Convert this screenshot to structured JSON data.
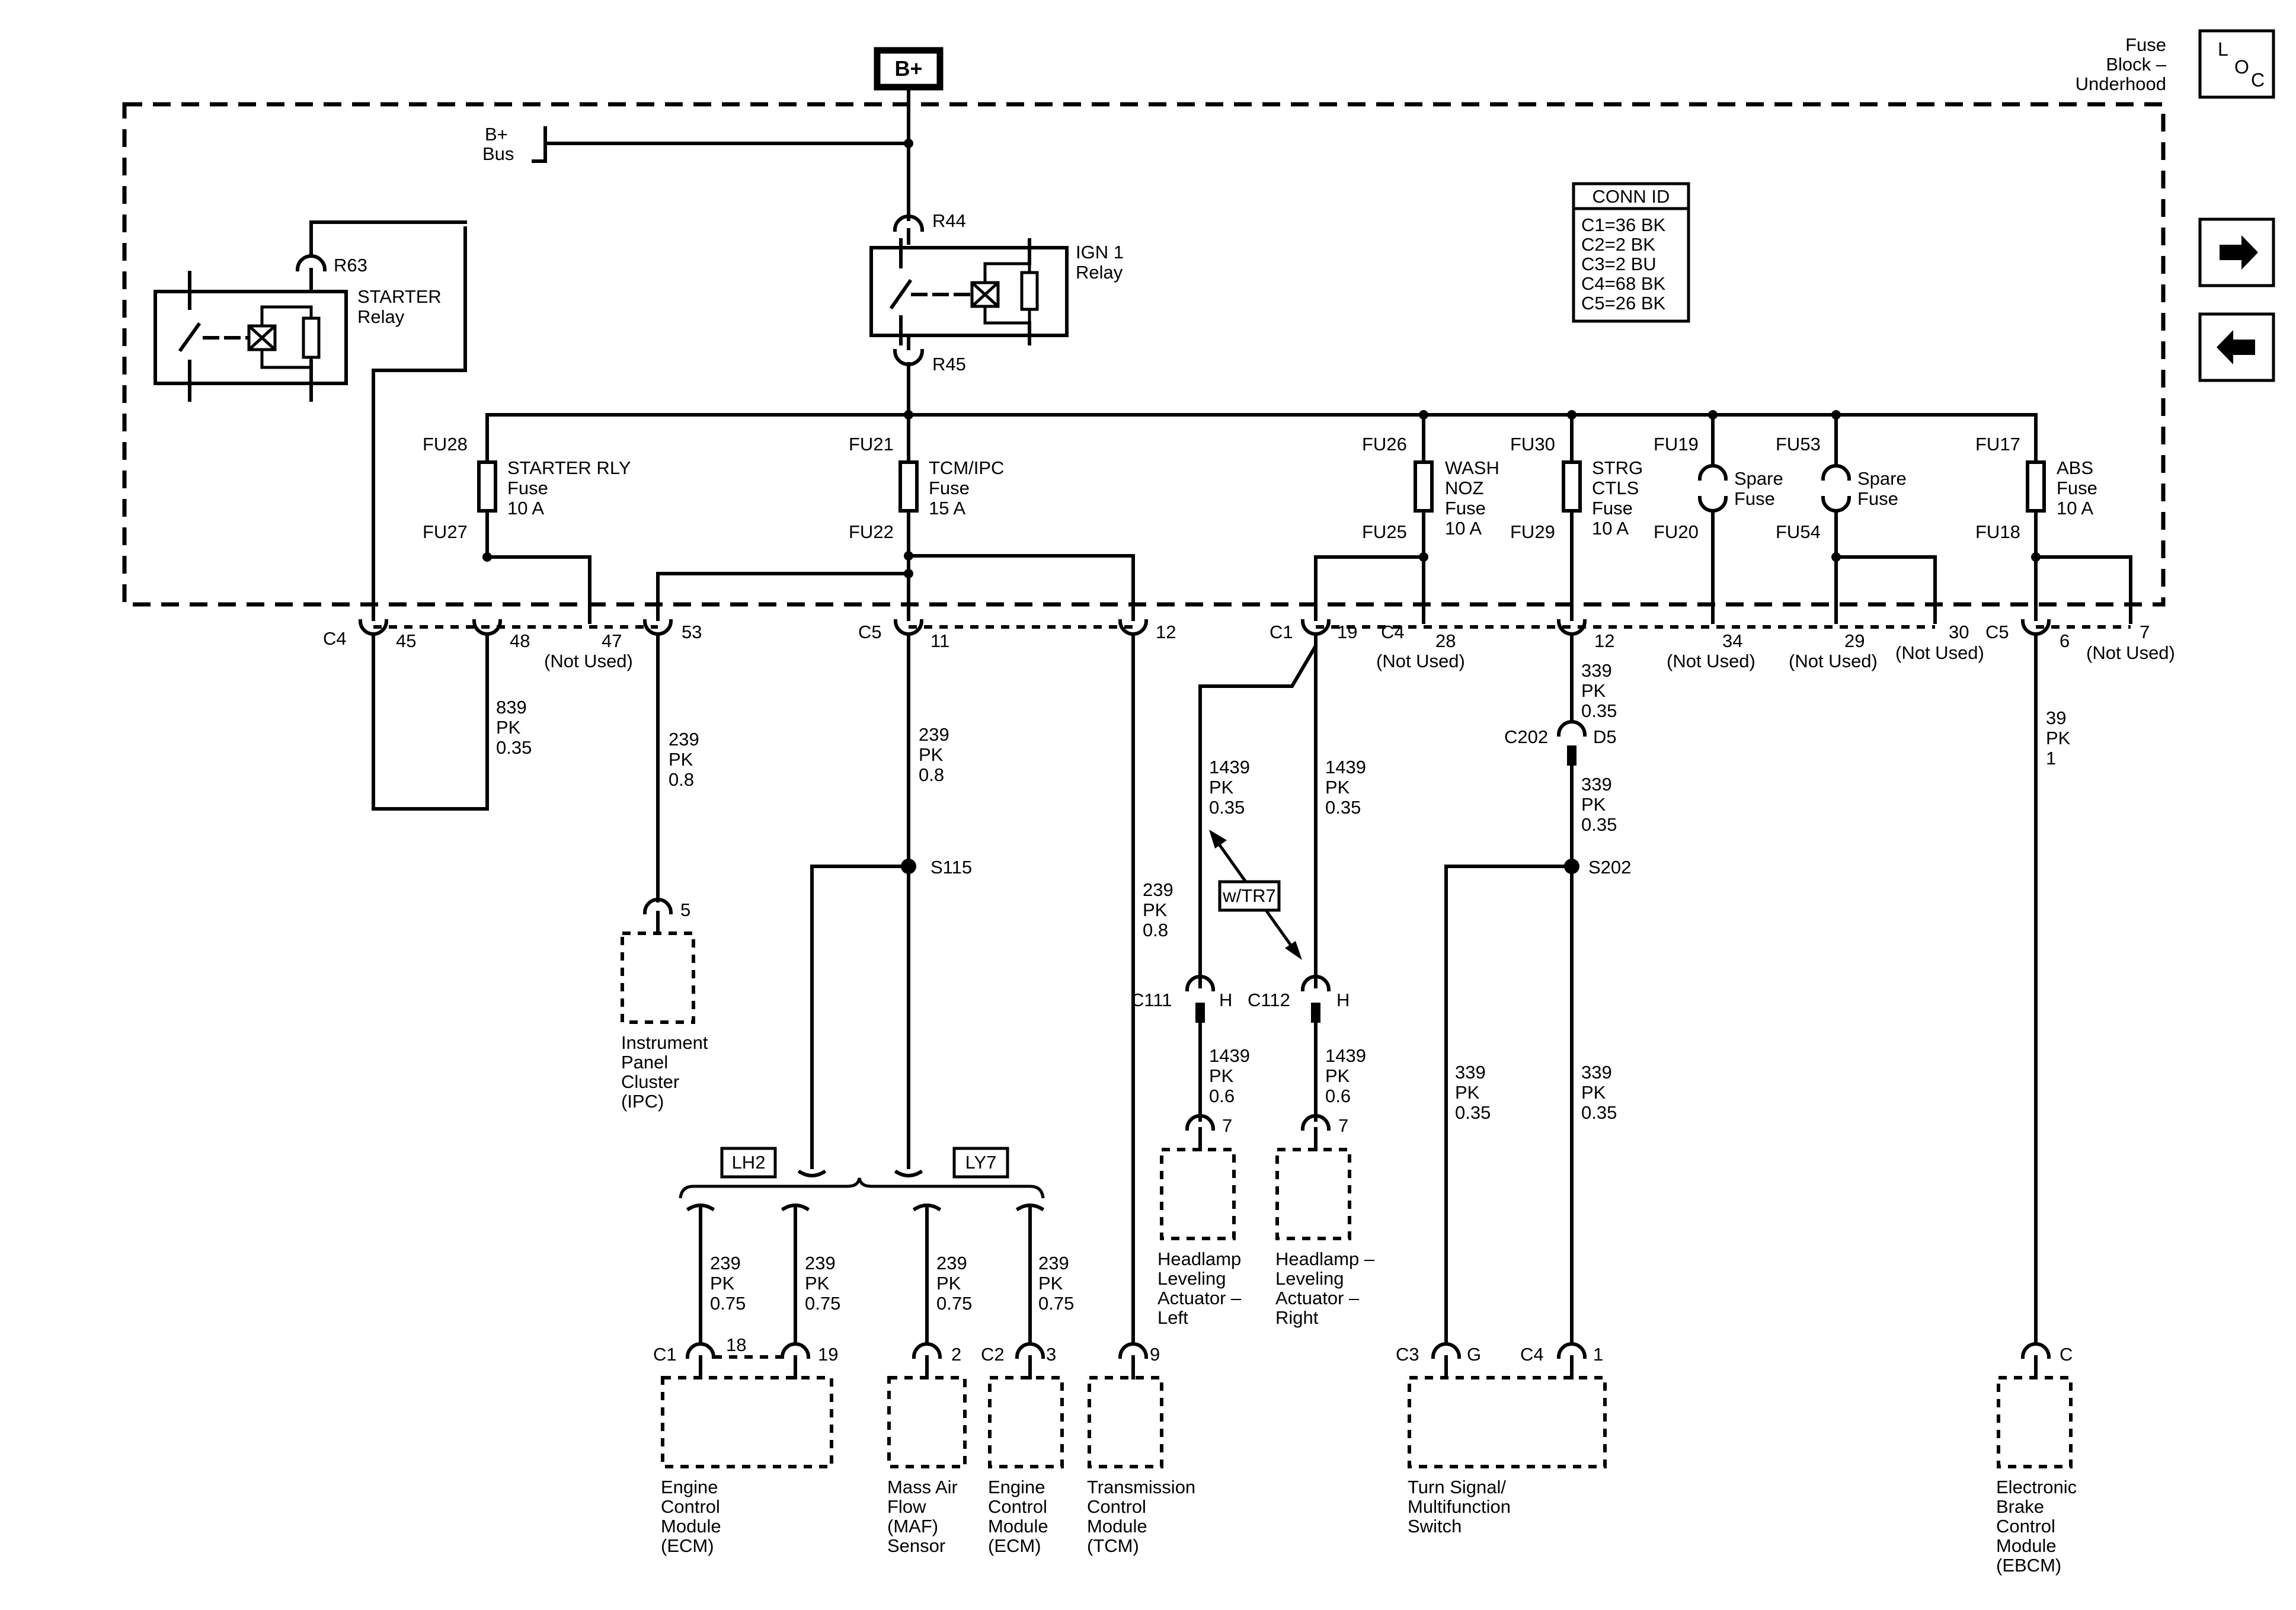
{
  "source": {
    "label": "B+"
  },
  "loc": {
    "line1": "Fuse",
    "line2": "Block –",
    "line3": "Underhood",
    "icon_l": "L",
    "icon_o": "O",
    "icon_c": "C"
  },
  "nav": {
    "next_icon": "arrow-right",
    "prev_icon": "arrow-left"
  },
  "bus": {
    "line1": "B+",
    "line2": "Bus"
  },
  "conn_id": {
    "title": "CONN ID",
    "rows": [
      "C1=36 BK",
      "C2=2 BK",
      "C3=2 BU",
      "C4=68 BK",
      "C5=26 BK"
    ]
  },
  "relays": {
    "starter": {
      "name1": "STARTER",
      "name2": "Relay",
      "pin": "R63"
    },
    "ign1": {
      "name1": "IGN 1",
      "name2": "Relay",
      "pin_top": "R44",
      "pin_bottom": "R45"
    }
  },
  "fuses": [
    {
      "top": "FU28",
      "bottom": "FU27",
      "name": [
        "STARTER RLY",
        "Fuse",
        "10 A"
      ]
    },
    {
      "top": "FU21",
      "bottom": "FU22",
      "name": [
        "TCM/IPC",
        "Fuse",
        "15 A"
      ]
    },
    {
      "top": "FU26",
      "bottom": "FU25",
      "name": [
        "WASH",
        "NOZ",
        "Fuse",
        "10 A"
      ]
    },
    {
      "top": "FU30",
      "bottom": "FU29",
      "name": [
        "STRG",
        "CTLS",
        "Fuse",
        "10 A"
      ]
    },
    {
      "top": "FU19",
      "bottom": "FU20",
      "name": [
        "Spare",
        "Fuse"
      ]
    },
    {
      "top": "FU53",
      "bottom": "FU54",
      "name": [
        "Spare",
        "Fuse"
      ]
    },
    {
      "top": "FU17",
      "bottom": "FU18",
      "name": [
        "ABS",
        "Fuse",
        "10 A"
      ]
    }
  ],
  "connectors": {
    "c4": "C4",
    "c5": "C5",
    "c1": "C1",
    "c4b": "C4",
    "c5b": "C5"
  },
  "pins": {
    "p45": "45",
    "p48": "48",
    "p47": "47",
    "p53": "53",
    "p11": "11",
    "p12": "12",
    "p19": "19",
    "p28": "28",
    "p12b": "12",
    "p34": "34",
    "p29": "29",
    "p30": "30",
    "p6": "6",
    "p7": "7",
    "not_used": "(Not Used)"
  },
  "wires": {
    "w839": [
      "839",
      "PK",
      "0.35"
    ],
    "w239a": [
      "239",
      "PK",
      "0.8"
    ],
    "w239b": [
      "239",
      "PK",
      "0.8"
    ],
    "w239c": [
      "239",
      "PK",
      "0.8"
    ],
    "w1439a": [
      "1439",
      "PK",
      "0.35"
    ],
    "w1439b": [
      "1439",
      "PK",
      "0.35"
    ],
    "w1439c": [
      "1439",
      "PK",
      "0.6"
    ],
    "w1439d": [
      "1439",
      "PK",
      "0.6"
    ],
    "w339a": [
      "339",
      "PK",
      "0.35"
    ],
    "w339b": [
      "339",
      "PK",
      "0.35"
    ],
    "w339c": [
      "339",
      "PK",
      "0.35"
    ],
    "w339d": [
      "339",
      "PK",
      "0.35"
    ],
    "w39": [
      "39",
      "PK",
      "1"
    ],
    "w239d": [
      "239",
      "PK",
      "0.75"
    ],
    "w239e": [
      "239",
      "PK",
      "0.75"
    ],
    "w239f": [
      "239",
      "PK",
      "0.75"
    ],
    "w239g": [
      "239",
      "PK",
      "0.75"
    ]
  },
  "splices": {
    "s115": "S115",
    "s202": "S202"
  },
  "inline": {
    "c202": "C202",
    "d5": "D5",
    "c111": "C111",
    "c112": "C112",
    "h1": "H",
    "h2": "H"
  },
  "options": {
    "lh2": "LH2",
    "ly7": "LY7",
    "wtr7": "w/TR7"
  },
  "components": {
    "ipc": {
      "pin": "5",
      "name": [
        "Instrument",
        "Panel",
        "Cluster",
        "(IPC)"
      ]
    },
    "ecm1": {
      "conn": "C1",
      "pin_a": "18",
      "pin_b": "19",
      "name": [
        "Engine",
        "Control",
        "Module",
        "(ECM)"
      ]
    },
    "maf": {
      "pin": "2",
      "name": [
        "Mass Air",
        "Flow",
        "(MAF)",
        "Sensor"
      ]
    },
    "ecm2": {
      "conn": "C2",
      "pin": "3",
      "name": [
        "Engine",
        "Control",
        "Module",
        "(ECM)"
      ]
    },
    "tcm": {
      "pin": "9",
      "name": [
        "Transmission",
        "Control",
        "Module",
        "(TCM)"
      ]
    },
    "hl_left": {
      "pin": "7",
      "name": [
        "Headlamp",
        "Leveling",
        "Actuator –",
        "Left"
      ]
    },
    "hl_right": {
      "pin": "7",
      "name": [
        "Headlamp –",
        "Leveling",
        "Actuator –",
        "Right"
      ]
    },
    "tsms": {
      "conn_a": "C3",
      "pin_a": "G",
      "conn_b": "C4",
      "pin_b": "1",
      "name": [
        "Turn Signal/",
        "Multifunction",
        "Switch"
      ]
    },
    "ebcm": {
      "pin": "C",
      "name": [
        "Electronic",
        "Brake",
        "Control",
        "Module",
        "(EBCM)"
      ]
    }
  }
}
